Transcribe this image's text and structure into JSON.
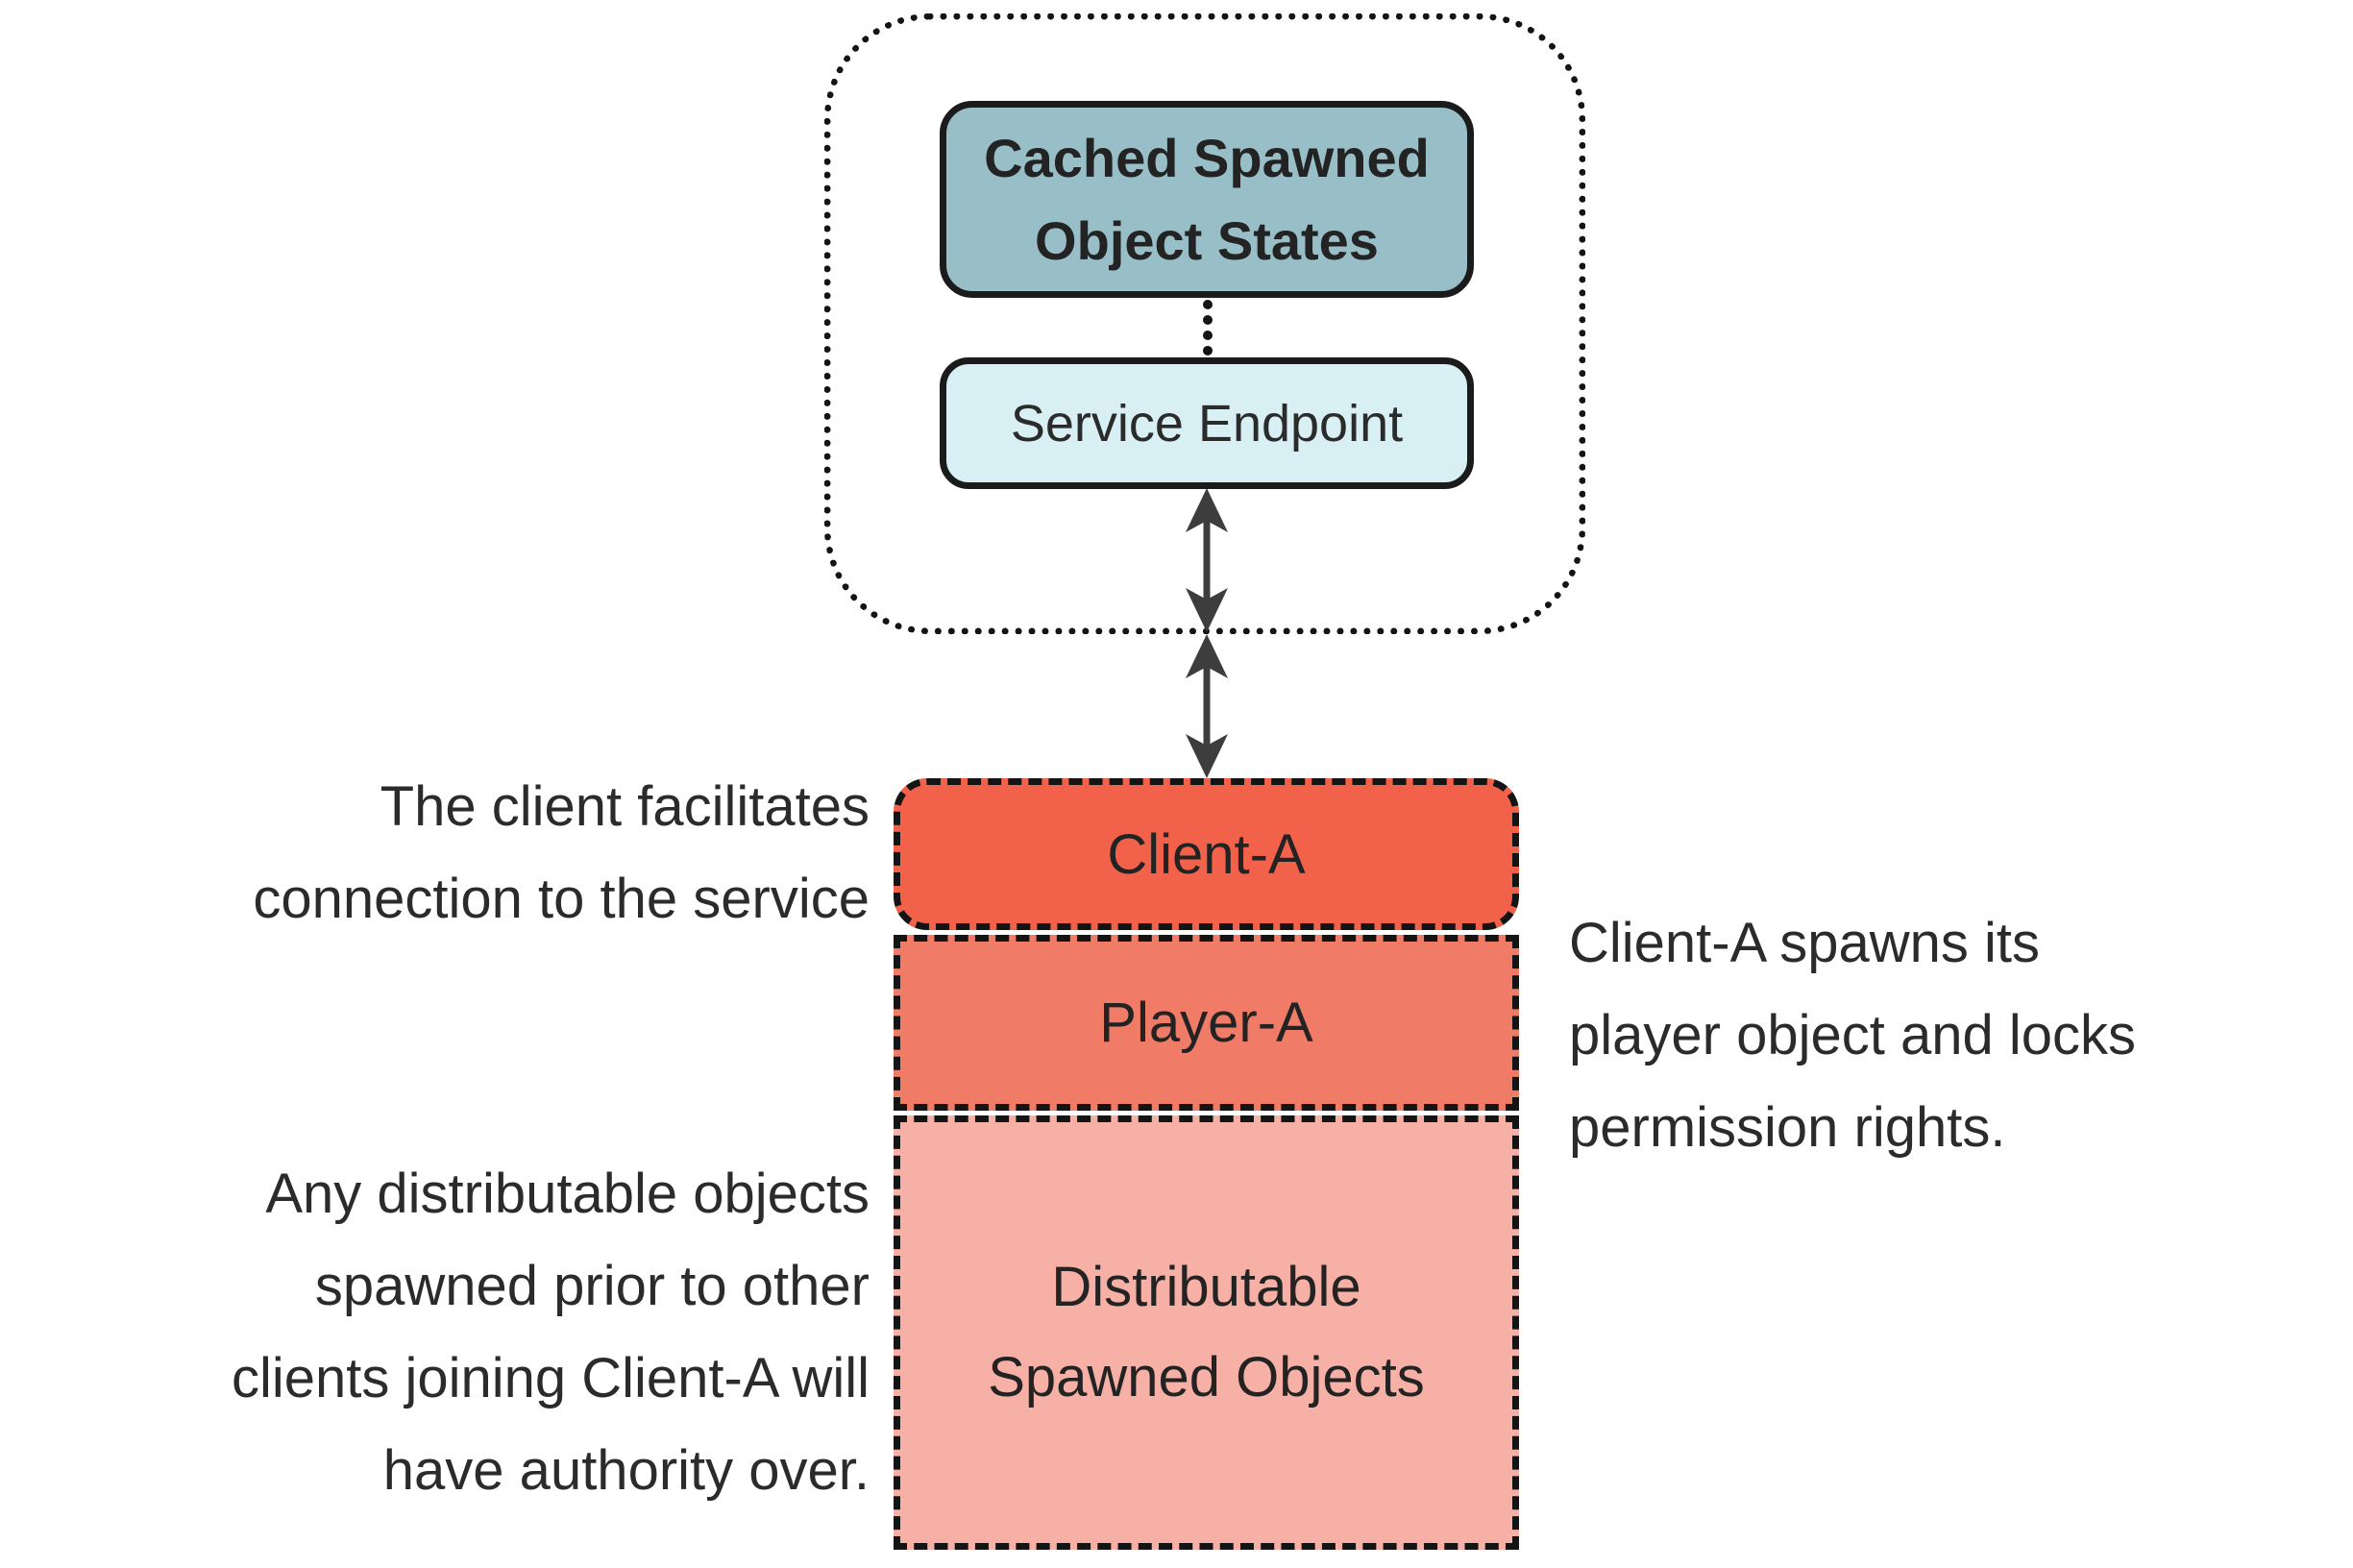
{
  "diagram": {
    "service_group": {
      "cached_box": {
        "lines": [
          "Cached Spawned",
          "Object States"
        ]
      },
      "service_box": {
        "label": "Service Endpoint"
      }
    },
    "client_stack": {
      "client_box": {
        "label": "Client-A"
      },
      "player_box": {
        "label": "Player-A"
      },
      "distributable_box": {
        "lines": [
          "Distributable",
          "Spawned Objects"
        ]
      }
    },
    "annotations": {
      "client_note": {
        "lines": [
          "The client facilitates",
          "connection to the service"
        ]
      },
      "player_note": {
        "lines": [
          "Client-A spawns its",
          "player object and locks",
          "permission rights."
        ]
      },
      "objects_note": {
        "lines": [
          "Any distributable objects",
          "spawned prior to other",
          "clients joining Client-A will",
          "have authority over."
        ]
      }
    }
  },
  "colors": {
    "canvas_bg": "#ffffff",
    "cached_fill": "#98bfc7",
    "service_fill": "#d8f0f4",
    "client_fill": "#f2624b",
    "player_fill": "#f07c67",
    "dist_fill": "#f6b0a6",
    "box_border": "#1b1b1b",
    "dash_border": "#141414",
    "arrow": "#3d3d3d",
    "text": "#2b2b2b"
  }
}
